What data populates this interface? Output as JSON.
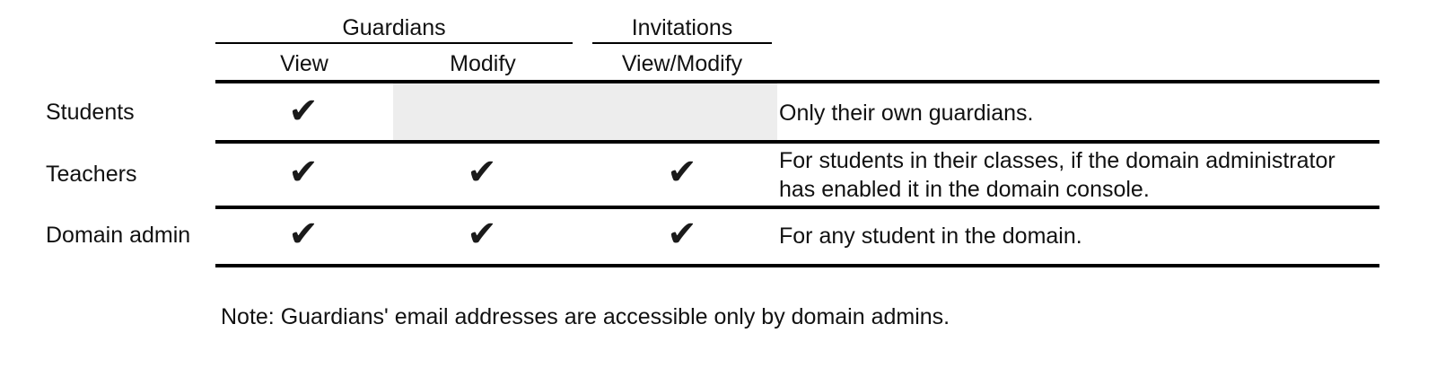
{
  "table": {
    "column_groups": [
      {
        "label": "Guardians",
        "span": 2
      },
      {
        "label": "Invitations",
        "span": 1
      }
    ],
    "columns": [
      {
        "key": "guardians_view",
        "label": "View"
      },
      {
        "key": "guardians_modify",
        "label": "Modify"
      },
      {
        "key": "invitations_viewmodify",
        "label": "View/Modify"
      }
    ],
    "check_glyph": "✔",
    "rows": [
      {
        "label": "Students",
        "cells": [
          {
            "state": "check"
          },
          {
            "state": "shaded"
          },
          {
            "state": "shaded"
          }
        ],
        "description": "Only their own guardians."
      },
      {
        "label": "Teachers",
        "cells": [
          {
            "state": "check"
          },
          {
            "state": "check"
          },
          {
            "state": "check"
          }
        ],
        "description": "For students in their classes, if the domain administrator has enabled it in the domain console."
      },
      {
        "label": "Domain admin",
        "cells": [
          {
            "state": "check"
          },
          {
            "state": "check"
          },
          {
            "state": "check"
          }
        ],
        "description": "For any student in the domain."
      }
    ]
  },
  "note": "Note: Guardians' email addresses are accessible only by domain admins.",
  "colors": {
    "text": "#111111",
    "rule": "#000000",
    "shaded_cell": "#ededed",
    "background": "#ffffff",
    "check": "#1a1a1a"
  }
}
